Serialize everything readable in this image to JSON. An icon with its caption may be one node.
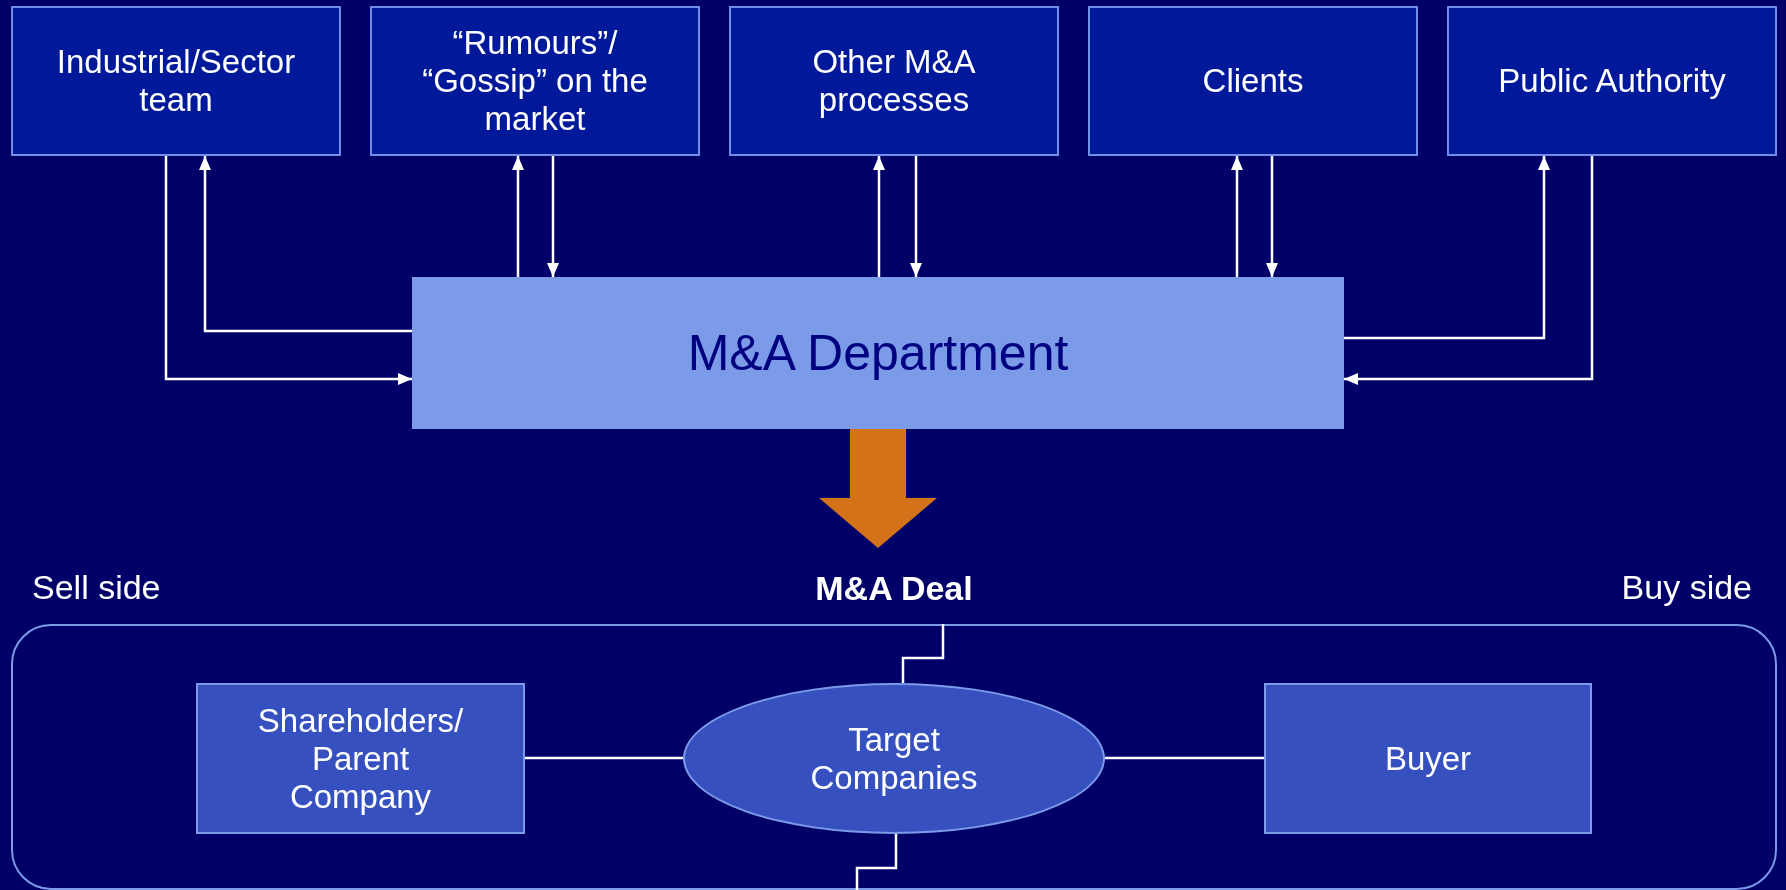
{
  "diagram": {
    "nodes": [
      {
        "text": [
          "Industrial/Sector team"
        ]
      },
      {
        "text": [
          "“Rumours”/ “Gossip” on the market"
        ]
      },
      {
        "text": [
          "Other M&A processes"
        ]
      },
      {
        "text": [
          "Clients"
        ]
      },
      {
        "text": [
          "Public Authority"
        ]
      },
      {
        "text": [
          "M&A Department"
        ]
      },
      {
        "text": [
          "M&A Deal"
        ]
      },
      {
        "text": [
          "Shareholders/ Parent Company"
        ],
        "in": 6
      },
      {
        "text": [
          "Target Companies"
        ],
        "in": 6
      },
      {
        "text": [
          "Buyer"
        ],
        "in": 6
      }
    ],
    "edges": [
      {
        "from": 0,
        "to": 5,
        "arrow": "to"
      },
      {
        "from": 5,
        "to": 0,
        "arrow": "to"
      },
      {
        "from": 5,
        "to": 1,
        "arrow": "to"
      },
      {
        "from": 1,
        "to": 5,
        "arrow": "to"
      },
      {
        "from": 5,
        "to": 2,
        "arrow": "to"
      },
      {
        "from": 2,
        "to": 5,
        "arrow": "to"
      },
      {
        "from": 5,
        "to": 3,
        "arrow": "to"
      },
      {
        "from": 3,
        "to": 5,
        "arrow": "to"
      },
      {
        "from": 5,
        "to": 4,
        "arrow": "to"
      },
      {
        "from": 4,
        "to": 5,
        "arrow": "to"
      },
      {
        "from": 5,
        "to": 6,
        "arrow": "to",
        "style": "thick",
        "color": "#d4721a"
      },
      {
        "from": 6,
        "to": 8,
        "arrow": "none"
      },
      {
        "from": 7,
        "to": 8,
        "arrow": "none"
      },
      {
        "from": 8,
        "to": 9,
        "arrow": "none"
      },
      {
        "from": 8,
        "to": null,
        "arrow": "none"
      }
    ],
    "labels": [
      "Sell side",
      "Buy side"
    ]
  }
}
